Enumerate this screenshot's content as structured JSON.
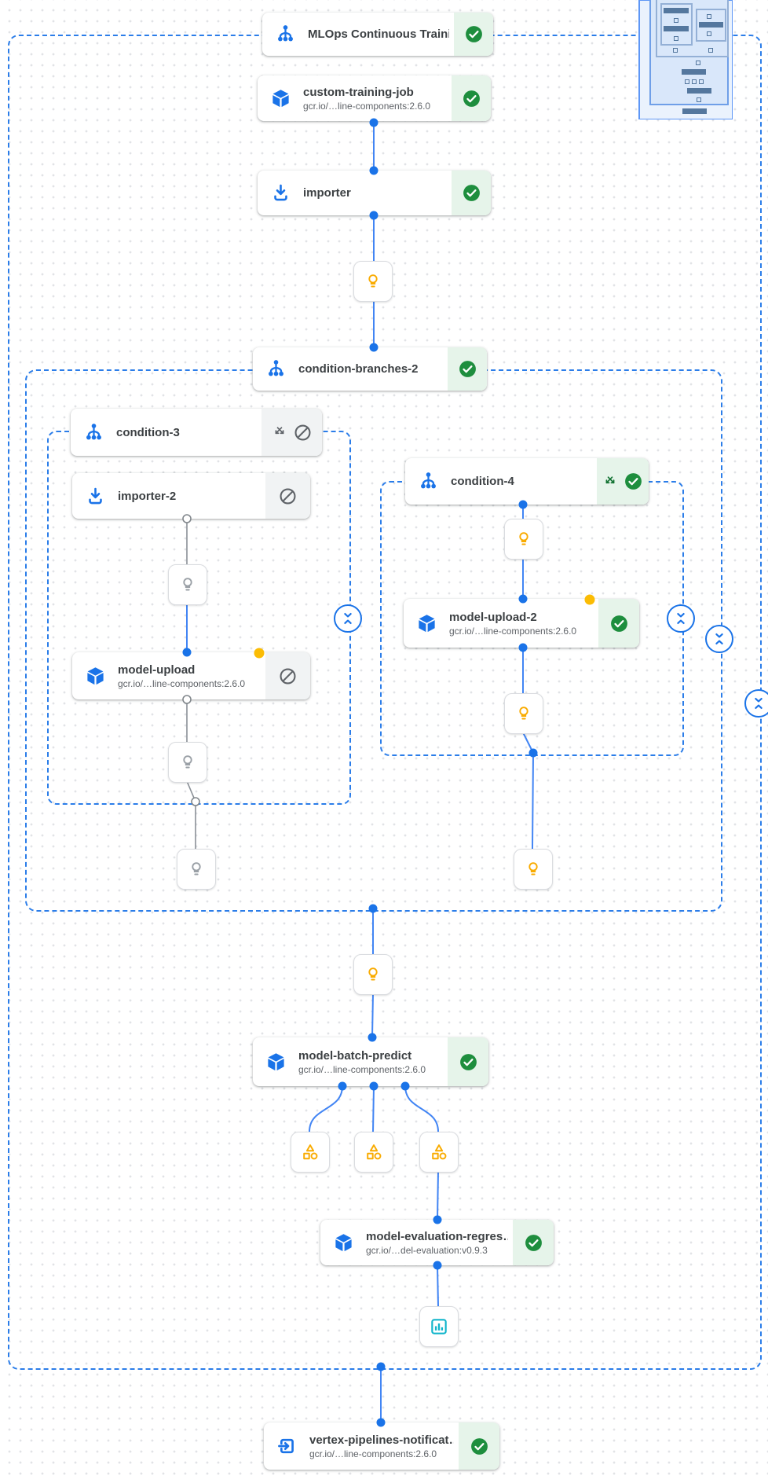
{
  "pipeline": {
    "title_node": "MLOps Continuous Traini…",
    "nodes": {
      "mlops": {
        "title": "MLOps Continuous Traini…",
        "icon": "condition-icon",
        "status": "succeeded"
      },
      "custom_training_job": {
        "title": "custom-training-job",
        "subtitle": "gcr.io/…line-components:2.6.0",
        "icon": "component-cube-icon",
        "status": "succeeded"
      },
      "importer": {
        "title": "importer",
        "icon": "importer-download-icon",
        "status": "succeeded"
      },
      "condition_branches_2": {
        "title": "condition-branches-2",
        "icon": "condition-icon",
        "status": "succeeded"
      },
      "condition_3": {
        "title": "condition-3",
        "icon": "condition-icon",
        "status": "skipped"
      },
      "importer_2": {
        "title": "importer-2",
        "icon": "importer-download-icon",
        "status": "skipped"
      },
      "model_upload": {
        "title": "model-upload",
        "subtitle": "gcr.io/…line-components:2.6.0",
        "icon": "component-cube-icon",
        "status": "skipped"
      },
      "condition_4": {
        "title": "condition-4",
        "icon": "condition-icon",
        "status": "succeeded"
      },
      "model_upload_2": {
        "title": "model-upload-2",
        "subtitle": "gcr.io/…line-components:2.6.0",
        "icon": "component-cube-icon",
        "status": "succeeded"
      },
      "model_batch_predict": {
        "title": "model-batch-predict",
        "subtitle": "gcr.io/…line-components:2.6.0",
        "icon": "component-cube-icon",
        "status": "succeeded"
      },
      "model_evaluation_regression": {
        "title": "model-evaluation-regres…",
        "subtitle": "gcr.io/…del-evaluation:v0.9.3",
        "icon": "component-cube-icon",
        "status": "succeeded"
      },
      "vertex_pipelines_notification": {
        "title": "vertex-pipelines-notificat…",
        "subtitle": "gcr.io/…line-components:2.6.0",
        "icon": "exit-to-app-icon",
        "status": "succeeded"
      }
    },
    "colors": {
      "accent_blue": "#1a73e8",
      "wire_blue": "#4285f4",
      "success_green": "#1e8e3e",
      "success_bg": "#e6f4ea",
      "skipped_gray": "#5f6368",
      "skipped_bg": "#f1f3f4",
      "pending_amber": "#fbbc04",
      "bulb_amber": "#f9ab00",
      "bulb_gray": "#9aa0a6",
      "metrics_cyan": "#12b5cb"
    }
  }
}
